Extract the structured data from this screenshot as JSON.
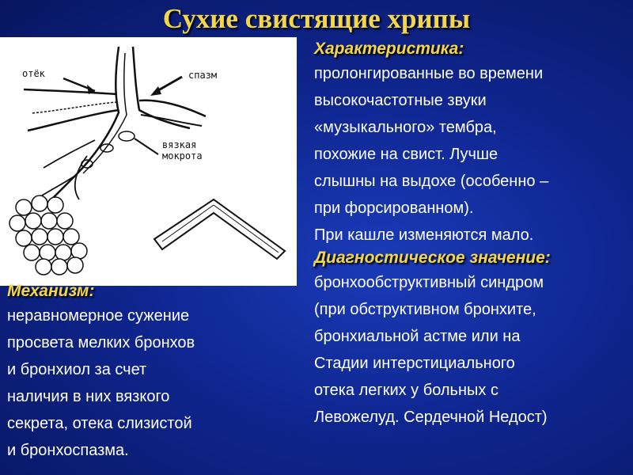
{
  "title": "Сухие свистящие хрипы",
  "figure": {
    "labels": {
      "edema": "отёк",
      "spasm": "спазм",
      "mucus_line1": "вязкая",
      "mucus_line2": "мокрота"
    }
  },
  "characteristic": {
    "heading": "Характеристика:",
    "lines": [
      "пролонгированные во времени",
      "высокочастотные звуки",
      "«музыкального» тембра,",
      "похожие на свист. Лучше",
      "слышны на выдохе (особенно –",
      "при форсированном).",
      "При кашле изменяются мало."
    ]
  },
  "diagnostic": {
    "heading": "Диагностическое значение:",
    "lines": [
      "бронхообструктивный синдром",
      "(при обструктивном бронхите,",
      "бронхиальной астме или на",
      "Стадии интерстициального",
      "отека легких у больных с",
      "Левожелуд. Сердечной Недост)"
    ]
  },
  "mechanism": {
    "heading": "Механизм:",
    "lines": [
      "неравномерное сужение",
      "просвета мелких бронхов",
      "и бронхиол за счет",
      "наличия в них вязкого",
      "секрета, отека слизистой",
      "и бронхоспазма."
    ]
  }
}
